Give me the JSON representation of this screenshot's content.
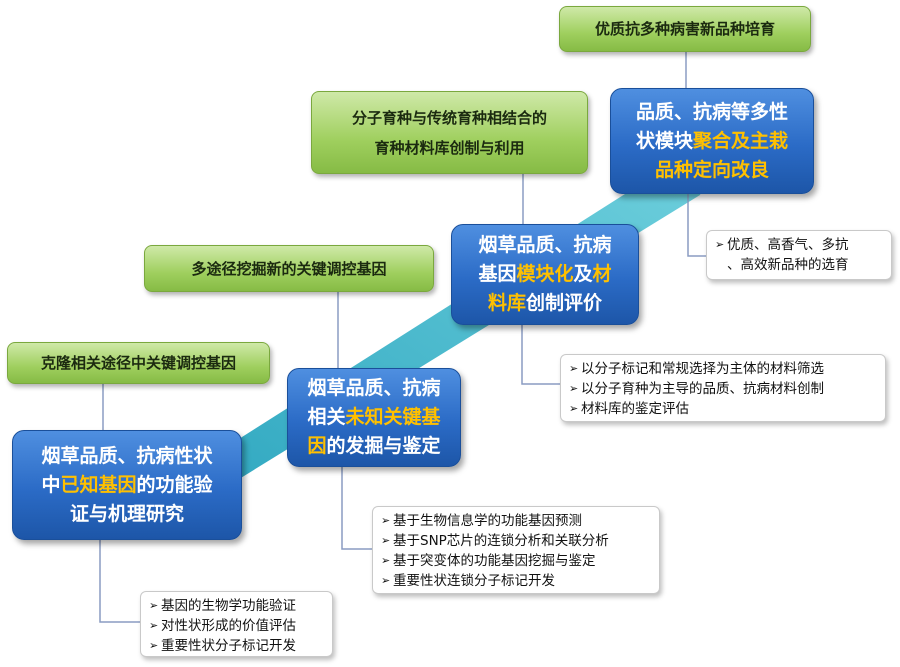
{
  "stages": [
    {
      "parts": [
        {
          "t": "烟草品质、抗病性状"
        },
        {
          "t": "中"
        },
        {
          "t": "已知基因",
          "h": true
        },
        {
          "t": "的功能验"
        },
        {
          "t": "证与机理研究"
        }
      ],
      "lines": [
        [
          0
        ],
        [
          1,
          2,
          3
        ],
        [
          4
        ]
      ]
    },
    {
      "parts": [
        {
          "t": "烟草品质、抗病"
        },
        {
          "t": "相关"
        },
        {
          "t": "未知关键基",
          "h": true
        },
        {
          "t": "因",
          "h": true
        },
        {
          "t": "的发掘与鉴定"
        }
      ],
      "lines": [
        [
          0
        ],
        [
          1,
          2
        ],
        [
          3,
          4
        ]
      ]
    },
    {
      "parts": [
        {
          "t": "烟草品质、抗病"
        },
        {
          "t": "基因"
        },
        {
          "t": "模块化",
          "h": true
        },
        {
          "t": "及"
        },
        {
          "t": "材",
          "h": true
        },
        {
          "t": "料库",
          "h": true
        },
        {
          "t": "创制评价"
        }
      ],
      "lines": [
        [
          0
        ],
        [
          1,
          2,
          3,
          4
        ],
        [
          5,
          6
        ]
      ]
    },
    {
      "parts": [
        {
          "t": "品质、抗病等多性"
        },
        {
          "t": "状模块"
        },
        {
          "t": "聚合及主栽",
          "h": true
        },
        {
          "t": "品种定向改良",
          "h": true
        }
      ],
      "lines": [
        [
          0
        ],
        [
          1,
          2
        ],
        [
          3
        ]
      ]
    }
  ],
  "goals": [
    {
      "lines": [
        "克隆相关途径中关键调控基因"
      ]
    },
    {
      "lines": [
        "多途径挖掘新的关键调控基因"
      ]
    },
    {
      "lines": [
        "分子育种与传统育种相结合的",
        "育种材料库创制与利用"
      ]
    },
    {
      "lines": [
        "优质抗多种病害新品种培育"
      ]
    }
  ],
  "details": [
    {
      "items": [
        "基因的生物学功能验证",
        "对性状形成的价值评估",
        "重要性状分子标记开发"
      ]
    },
    {
      "items": [
        "基于生物信息学的功能基因预测",
        "基于SNP芯片的连锁分析和关联分析",
        "基于突变体的功能基因挖掘与鉴定",
        "重要性状连锁分子标记开发"
      ]
    },
    {
      "items": [
        "以分子标记和常规选择为主体的材料筛选",
        "以分子育种为主导的品质、抗病材料创制",
        "材料库的鉴定评估"
      ]
    },
    {
      "items": [
        "优质、高香气、多抗",
        "、高效新品种的选育"
      ]
    }
  ],
  "bullet_glyph": "➢",
  "colors": {
    "stage_fill": "#2b6bc6",
    "highlight_text": "#ffc000",
    "goal_fill": "#9fcf5e",
    "arrow_fill": "#3fb6c9",
    "connector": "#8a9cc2"
  }
}
